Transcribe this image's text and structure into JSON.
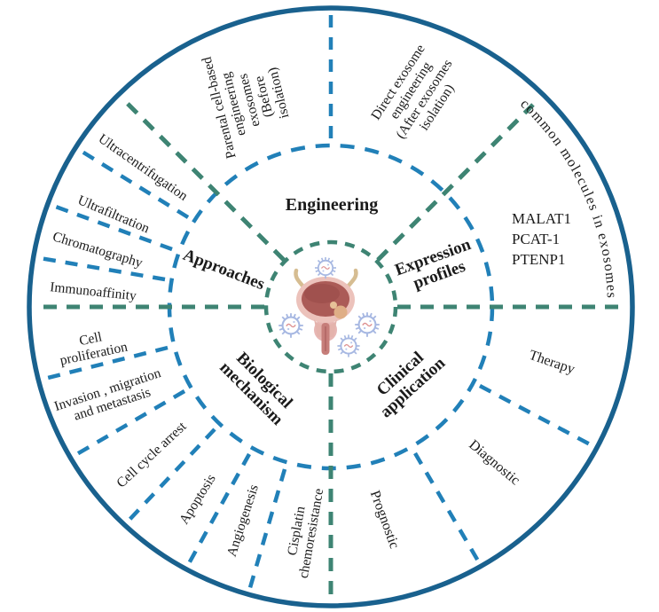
{
  "colors": {
    "outer_ring": "#19618e",
    "blue_dash": "#2180b8",
    "green_dash": "#3e8473",
    "text": "#1b1b1b",
    "bladder_outer": "#ecc2bb",
    "bladder_inner": "#ab5b57",
    "exosome": "#a7b8e2"
  },
  "center": {
    "icon": "bladder-with-exosomes"
  },
  "sectors": {
    "engineering": {
      "label": "Engineering",
      "items": {
        "parental": "Parental cell-based\nengineering\nexosomes\n(Before\nisolation)",
        "direct": "Direct exosome\nengineering\n(After exosomes\nisolation)"
      }
    },
    "expression": {
      "label": "Expression\nprofiles",
      "items": {
        "common_molecules": "common molecules in exosomes",
        "molecule_list": "MALAT1\nPCAT-1\nPTENP1"
      }
    },
    "clinical": {
      "label": "Clinical\napplication",
      "items": {
        "therapy": "Therapy",
        "diagnostic": "Diagnostic",
        "prognostic": "Prognostic"
      }
    },
    "biological": {
      "label": "Biological\nmechanism",
      "items": {
        "cell_proliferation": "Cell\nproliferation",
        "invasion": "Invasion , migration\nand metastasis",
        "cell_cycle_arrest": "Cell cycle arrest",
        "apoptosis": "Apoptosis",
        "angiogenesis": "Angiogenesis",
        "cisplatin": "Cisplatin\nchemoresistance"
      }
    },
    "approaches": {
      "label": "Approaches",
      "items": {
        "ultracentrifugation": "Ultracentrifugation",
        "ultrafiltration": "Ultrafiltration",
        "chromatography": "Chromatography",
        "immunoaffinity": "Immunoaffinity"
      }
    }
  }
}
